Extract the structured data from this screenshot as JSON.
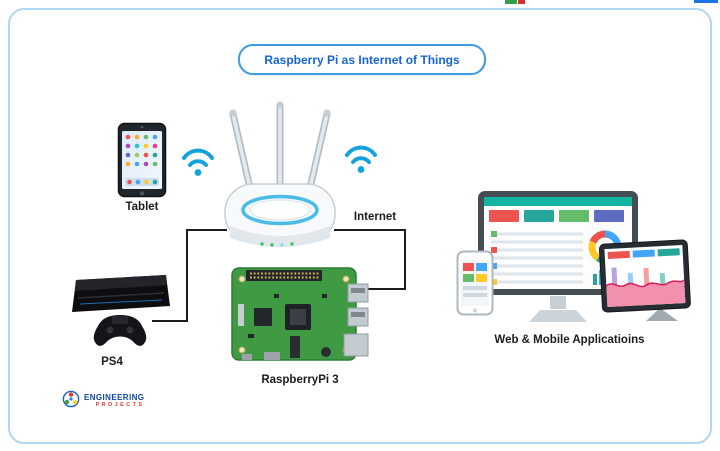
{
  "page": {
    "title": "Raspberry Pi as Internet of Things"
  },
  "labels": {
    "tablet": "Tablet",
    "internet": "Internet",
    "ps4": "PS4",
    "raspberry_pi": "RaspberryPi 3",
    "web_mobile": "Web & Mobile Applicatioins"
  },
  "logo": {
    "line1": "ENGINEERING",
    "line2": "PROJECTS"
  },
  "icons": {
    "wifi": "wifi-signal-arcs",
    "router": "wireless-router-3-antennas",
    "tablet": "tablet-device",
    "ps4": "game-console-with-controller",
    "raspberry_pi": "raspberry-pi-board",
    "monitor": "desktop-dashboard",
    "phone": "smartphone",
    "tablet_right": "tablet-dashboard"
  },
  "colors": {
    "title_blue": "#1565d6",
    "border_blue": "#aed7f2",
    "wifi_blue": "#14a2df",
    "pcb_green": "#3f9a43",
    "line_black": "#1b1b1b"
  }
}
